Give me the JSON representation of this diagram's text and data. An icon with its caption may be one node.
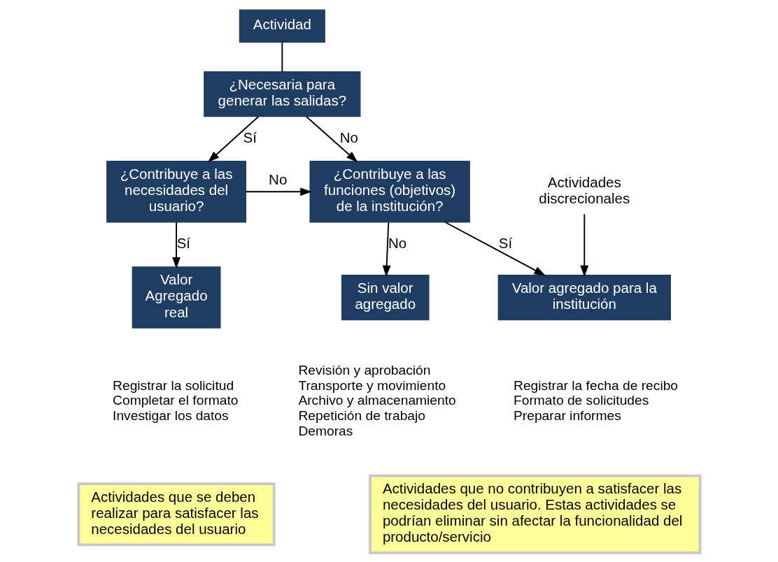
{
  "diagram": {
    "nodes": [
      {
        "text": [
          "Actividad"
        ]
      },
      {
        "text": [
          "¿Necesaria para generar las salidas?"
        ]
      },
      {
        "text": [
          "¿Contribuye a las necesidades del usuario?"
        ]
      },
      {
        "text": [
          "¿Contribuye a las funciones (objetivos) de la institución?"
        ]
      },
      {
        "text": [
          "Valor Agregado real"
        ],
        "beside": [
          "Registrar la solicitud",
          "Completar el formato",
          "Investigar los datos"
        ]
      },
      {
        "text": [
          "Valor agregado para la institución"
        ],
        "beside": [
          "Registrar la fecha de recibo",
          "Formato de solicitudes",
          "Preparar informes"
        ]
      },
      {
        "text": [
          "Sin valor agregado"
        ],
        "beside": [
          "Revisión y aprobación",
          "Transporte y movimiento",
          "Archivo y almacenamiento",
          "Repetición de trabajo",
          "Demoras"
        ]
      },
      {
        "text": [
          "Actividades discrecionales"
        ]
      },
      {
        "text": [
          "Actividades que se deben realizar para satisfacer las necesidades del usuario"
        ]
      },
      {
        "text": [
          "Actividades que no contribuyen a satisfacer las necesidades del usuario. Estas actividades se podrían eliminar sin afectar la funcionalidad del producto/servicio"
        ]
      }
    ],
    "edges": [
      {
        "from": 0,
        "to": 1,
        "arrow": "none"
      },
      {
        "from": 1,
        "to": 2,
        "arrow": "to",
        "label": "Sí"
      },
      {
        "from": 1,
        "to": 3,
        "arrow": "to",
        "label": "No"
      },
      {
        "from": 2,
        "to": 3,
        "arrow": "to",
        "label": "No"
      },
      {
        "from": 2,
        "to": 4,
        "arrow": "to",
        "label": "Sí"
      },
      {
        "from": 3,
        "to": 5,
        "arrow": "to",
        "label": "Sí"
      },
      {
        "from": 3,
        "to": 6,
        "arrow": "to",
        "label": "No"
      },
      {
        "from": 7,
        "to": 5,
        "arrow": "to"
      }
    ]
  }
}
